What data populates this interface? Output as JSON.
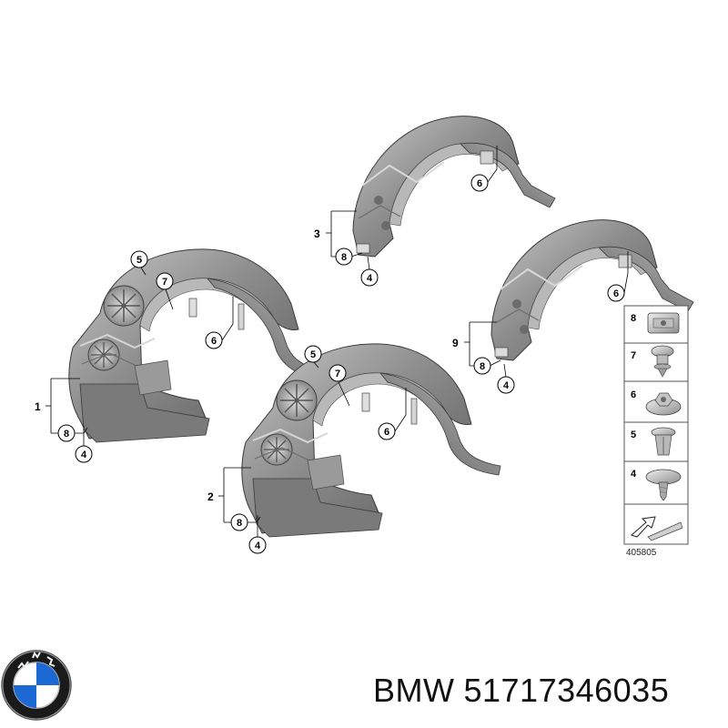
{
  "diagram": {
    "reference_number": "405805",
    "groups": [
      {
        "label": "1",
        "parts": [
          "8",
          "4"
        ]
      },
      {
        "label": "2",
        "parts": [
          "8",
          "4"
        ]
      },
      {
        "label": "3",
        "parts": [
          "8",
          "4"
        ]
      },
      {
        "label": "9",
        "parts": [
          "8",
          "4"
        ]
      }
    ],
    "callouts": {
      "c5a": "5",
      "c7a": "7",
      "c6a": "6",
      "c8a": "8",
      "c4a": "4",
      "c5b": "5",
      "c7b": "7",
      "c6b": "6",
      "c8b": "8",
      "c4b": "4",
      "c6c": "6",
      "c8c": "8",
      "c4c": "4",
      "c6d": "6",
      "c8d": "8",
      "c4d": "4"
    },
    "legend": [
      {
        "number": "8",
        "icon": "clip-nut-icon"
      },
      {
        "number": "7",
        "icon": "push-rivet-icon"
      },
      {
        "number": "6",
        "icon": "flange-nut-icon"
      },
      {
        "number": "5",
        "icon": "expanding-nut-icon"
      },
      {
        "number": "4",
        "icon": "screw-rivet-icon"
      },
      {
        "number": "",
        "icon": "direction-arrow-icon"
      }
    ]
  },
  "footer": {
    "brand": "BMW",
    "part_number": "51717346035"
  },
  "colors": {
    "part_fill": "#8c8c8c",
    "part_dark": "#5e5e5e",
    "part_light": "#c4c4c4",
    "outline": "#3a3a3a",
    "logo_blue": "#1c69d4"
  }
}
